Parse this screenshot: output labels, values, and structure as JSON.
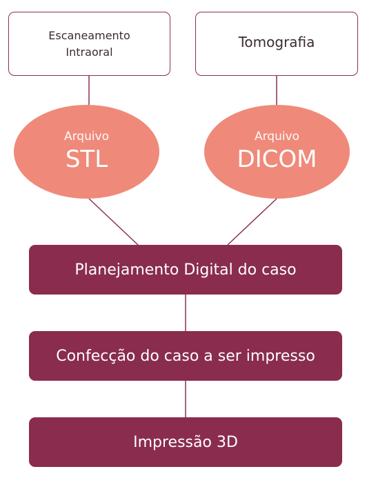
{
  "diagram": {
    "sources": {
      "scan": {
        "label": "Escaneamento Intraoral"
      },
      "tomography": {
        "label": "Tomografia"
      }
    },
    "files": {
      "stl": {
        "caption": "Arquivo",
        "type": "STL"
      },
      "dicom": {
        "caption": "Arquivo",
        "type": "DICOM"
      }
    },
    "steps": [
      {
        "label": "Planejamento Digital do caso"
      },
      {
        "label": "Confecção do caso a ser impresso"
      },
      {
        "label": "Impressão 3D"
      }
    ],
    "colors": {
      "source_border": "#8b2e4e",
      "file_fill": "#ef8a7a",
      "step_fill": "#8a2c4d",
      "connector": "#8b2e4e"
    }
  }
}
